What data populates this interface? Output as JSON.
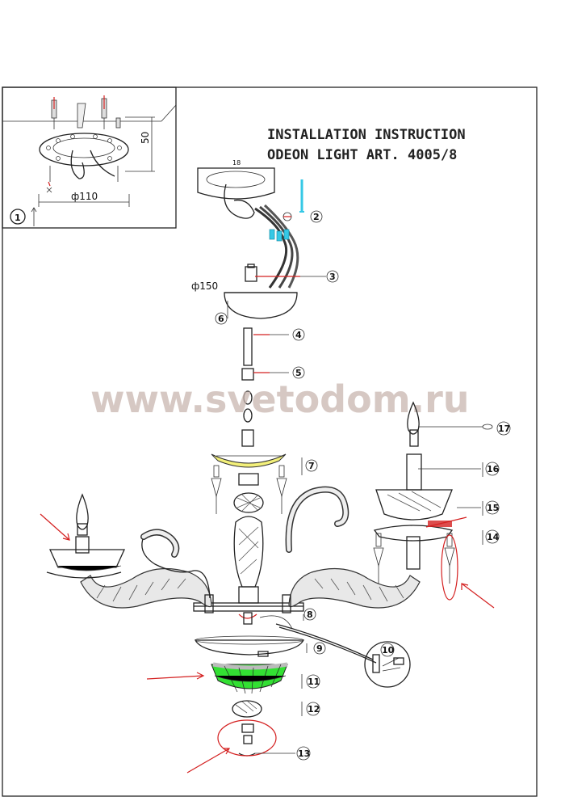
{
  "title": {
    "line1": "INSTALLATION INSTRUCTION",
    "line2": "ODEON LIGHT ART. 4005/8"
  },
  "watermark": "www.svetodom.ru",
  "inset": {
    "step": "1",
    "diameter": "ф110",
    "height": "50"
  },
  "dimensions": {
    "canopy": "ф150",
    "plate_top": "18"
  },
  "parts": [
    "2",
    "3",
    "4",
    "5",
    "6",
    "7",
    "8",
    "9",
    "10",
    "11",
    "12",
    "13",
    "14",
    "15",
    "16",
    "17"
  ],
  "colors": {
    "highlight_red": "#d42020",
    "part_cyan": "#35c8e6",
    "part_green": "#33e033",
    "part_yellow": "#f3f07a",
    "watermark": "#c9b6b0"
  }
}
